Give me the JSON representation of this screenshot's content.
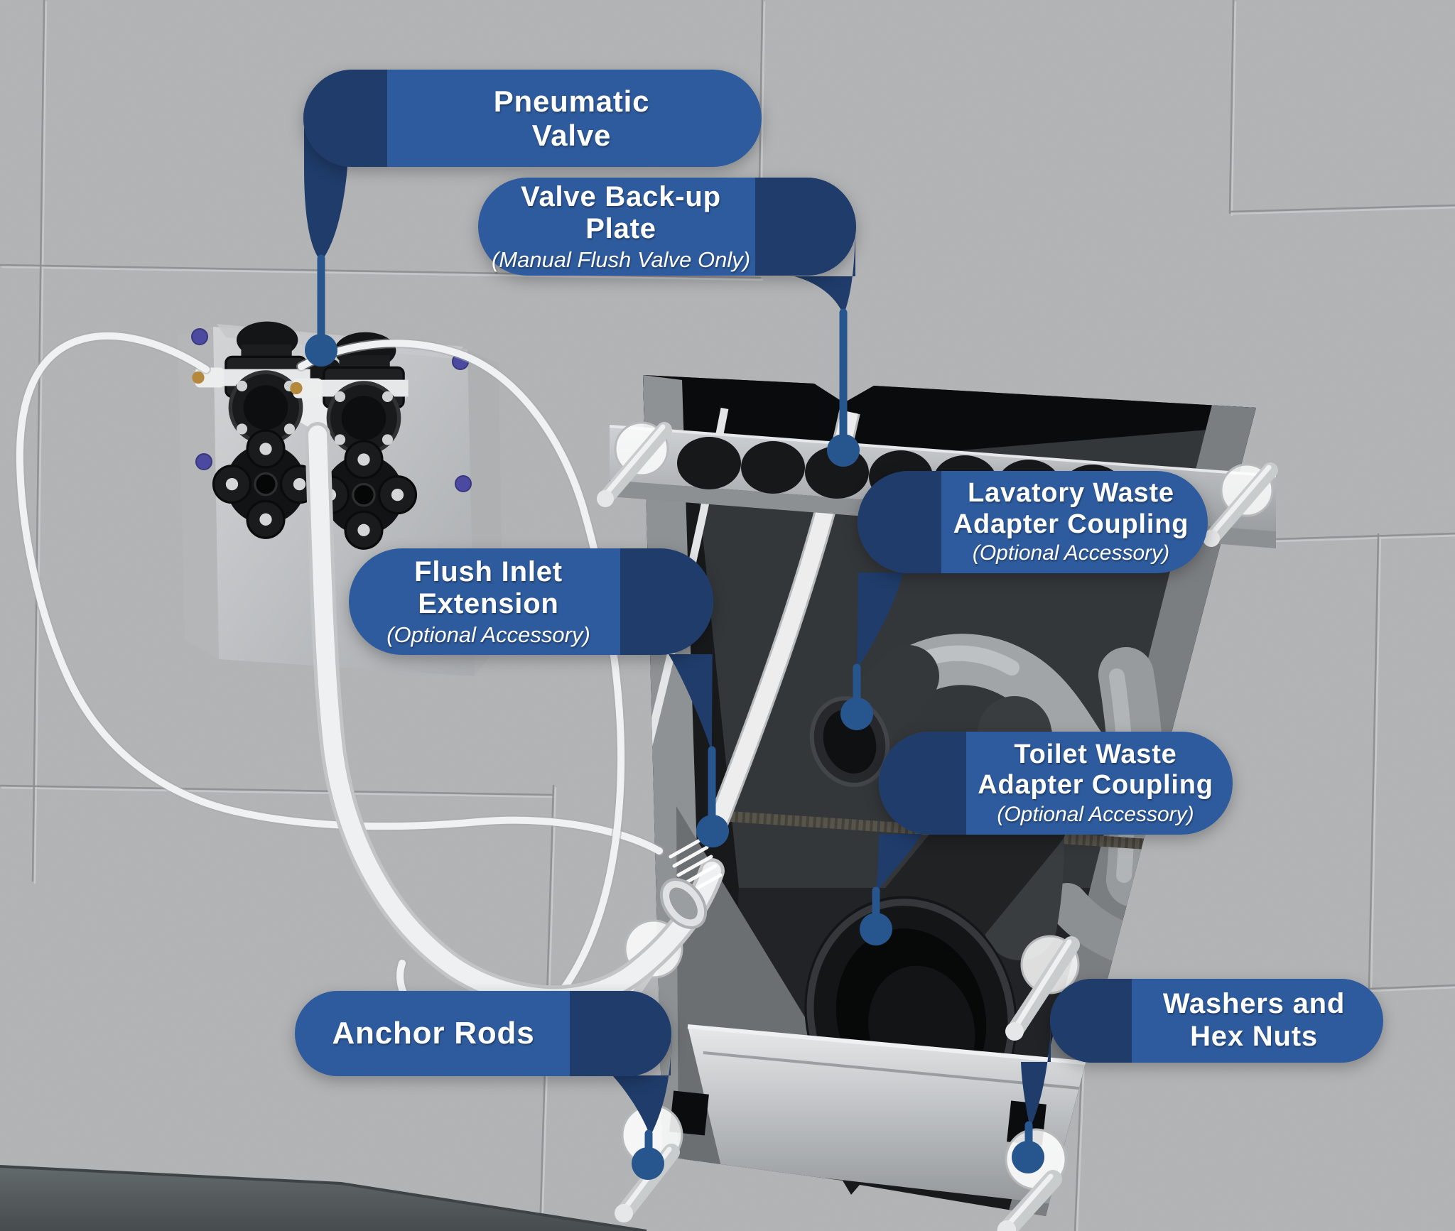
{
  "figure_type": "plumbing-carrier-installation-callout-diagram",
  "labels": {
    "pneumatic_valve": {
      "line1": "Pneumatic",
      "line2": "Valve"
    },
    "valve_backup_plate": {
      "line1": "Valve Back-up",
      "line2": "Plate",
      "note": "(Manual Flush Valve Only)"
    },
    "lavatory_waste": {
      "line1": "Lavatory Waste",
      "line2": "Adapter Coupling",
      "note": "(Optional Accessory)"
    },
    "flush_inlet": {
      "line1": "Flush Inlet",
      "line2": "Extension",
      "note": "(Optional Accessory)"
    },
    "toilet_waste": {
      "line1": "Toilet Waste",
      "line2": "Adapter Coupling",
      "note": "(Optional Accessory)"
    },
    "anchor_rods": {
      "line1": "Anchor Rods"
    },
    "washers_hex_nuts": {
      "line1": "Washers and",
      "line2": "Hex Nuts"
    }
  },
  "colors": {
    "callout_blue": "#2e5b9d",
    "callout_dark_blue": "#1f3c6a",
    "leader_blue": "#27568f",
    "text_white": "#ffffff",
    "wall_gray": "#b2b3b5",
    "floor_gray": "#596062"
  }
}
